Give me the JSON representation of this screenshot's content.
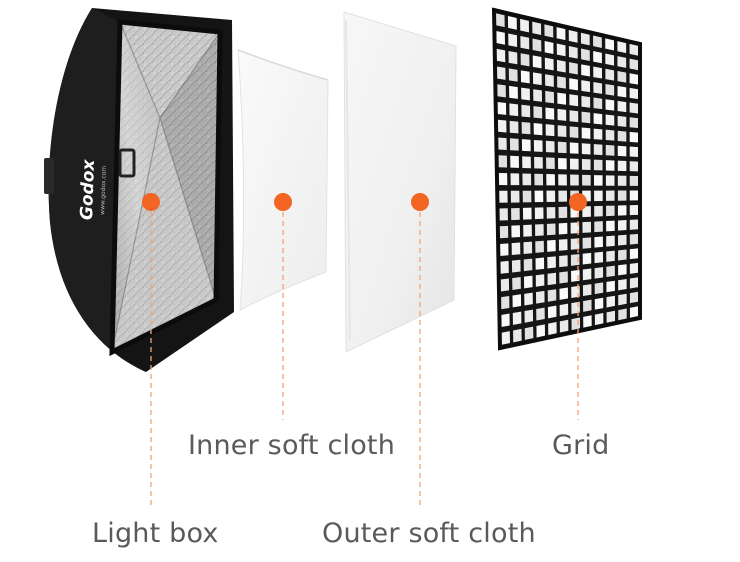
{
  "brand": {
    "logo_text": "Godox",
    "sub_text": "www.godox.com"
  },
  "components": [
    {
      "id": "light-box",
      "label": "Light box"
    },
    {
      "id": "inner-soft-cloth",
      "label": "Inner soft cloth"
    },
    {
      "id": "outer-soft-cloth",
      "label": "Outer soft cloth"
    },
    {
      "id": "grid",
      "label": "Grid"
    }
  ],
  "colors": {
    "marker": "#F26522",
    "leader_line": "#F4A27A",
    "label_text": "#5a5a5a",
    "softbox_frame": "#141414",
    "silver_interior": "#b9b9b9",
    "diffuser": "#f3f3f3"
  }
}
